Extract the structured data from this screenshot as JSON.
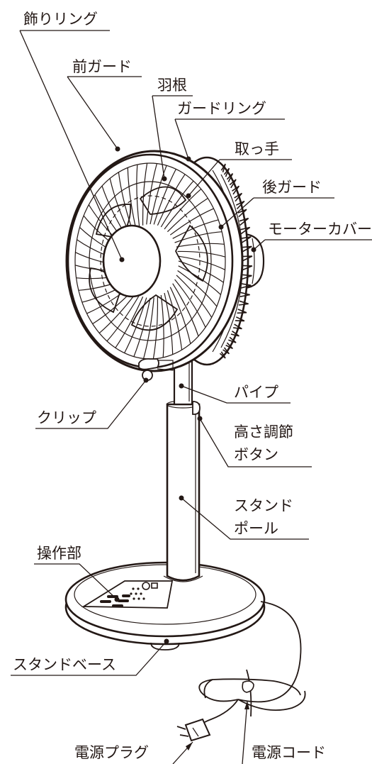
{
  "labels": {
    "kazari_ring": "飾りリング",
    "mae_guard": "前ガード",
    "hane": "羽根",
    "guard_ring": "ガードリング",
    "totte": "取っ手",
    "ushiro_guard": "後ガード",
    "motor_cover": "モーターカバー",
    "pipe": "パイプ",
    "clip": "クリップ",
    "takasa_button_1": "高さ調節",
    "takasa_button_2": "ボタン",
    "stand_pole_1": "スタンド",
    "stand_pole_2": "ポール",
    "sousabu": "操作部",
    "stand_base": "スタンドベース",
    "dengen_plug": "電源プラグ",
    "dengen_cord": "電源コード"
  }
}
